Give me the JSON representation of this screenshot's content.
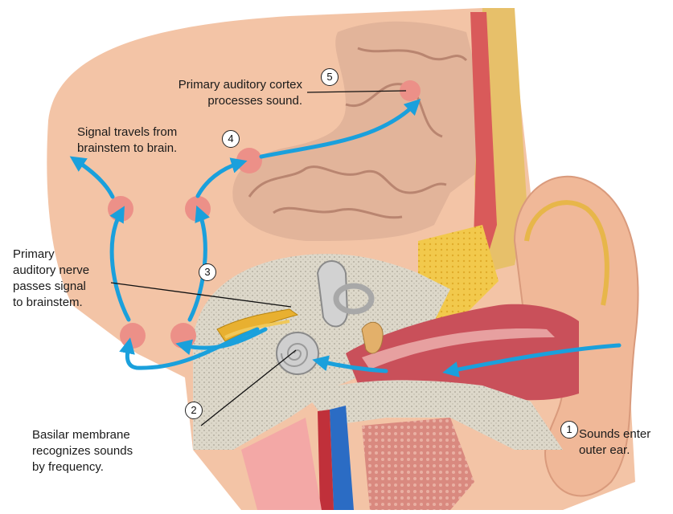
{
  "steps": [
    {
      "number": "1",
      "lines": [
        "Sounds enter",
        "outer ear."
      ]
    },
    {
      "number": "2",
      "lines": [
        "Basilar membrane",
        "recognizes sounds",
        "by frequency."
      ]
    },
    {
      "number": "3",
      "lines": [
        "Primary",
        "auditory nerve",
        "passes signal",
        "to brainstem."
      ]
    },
    {
      "number": "4",
      "lines": [
        "Signal travels from",
        "brainstem to brain."
      ]
    },
    {
      "number": "5",
      "lines": [
        "Primary auditory cortex",
        "processes sound."
      ]
    }
  ],
  "colors": {
    "head_skin": "#f3c4a6",
    "brain": "#e2b49a",
    "brain_fold": "#b98570",
    "bone": "#e4e0d4",
    "fat": "#f2c94c",
    "canal": "#c9505a",
    "muscle": "#d8877e",
    "arrow": "#1aa0dc",
    "nucleus": "#ec9088",
    "cochlea": "#c8c8c8",
    "nerve": "#e8b030"
  }
}
